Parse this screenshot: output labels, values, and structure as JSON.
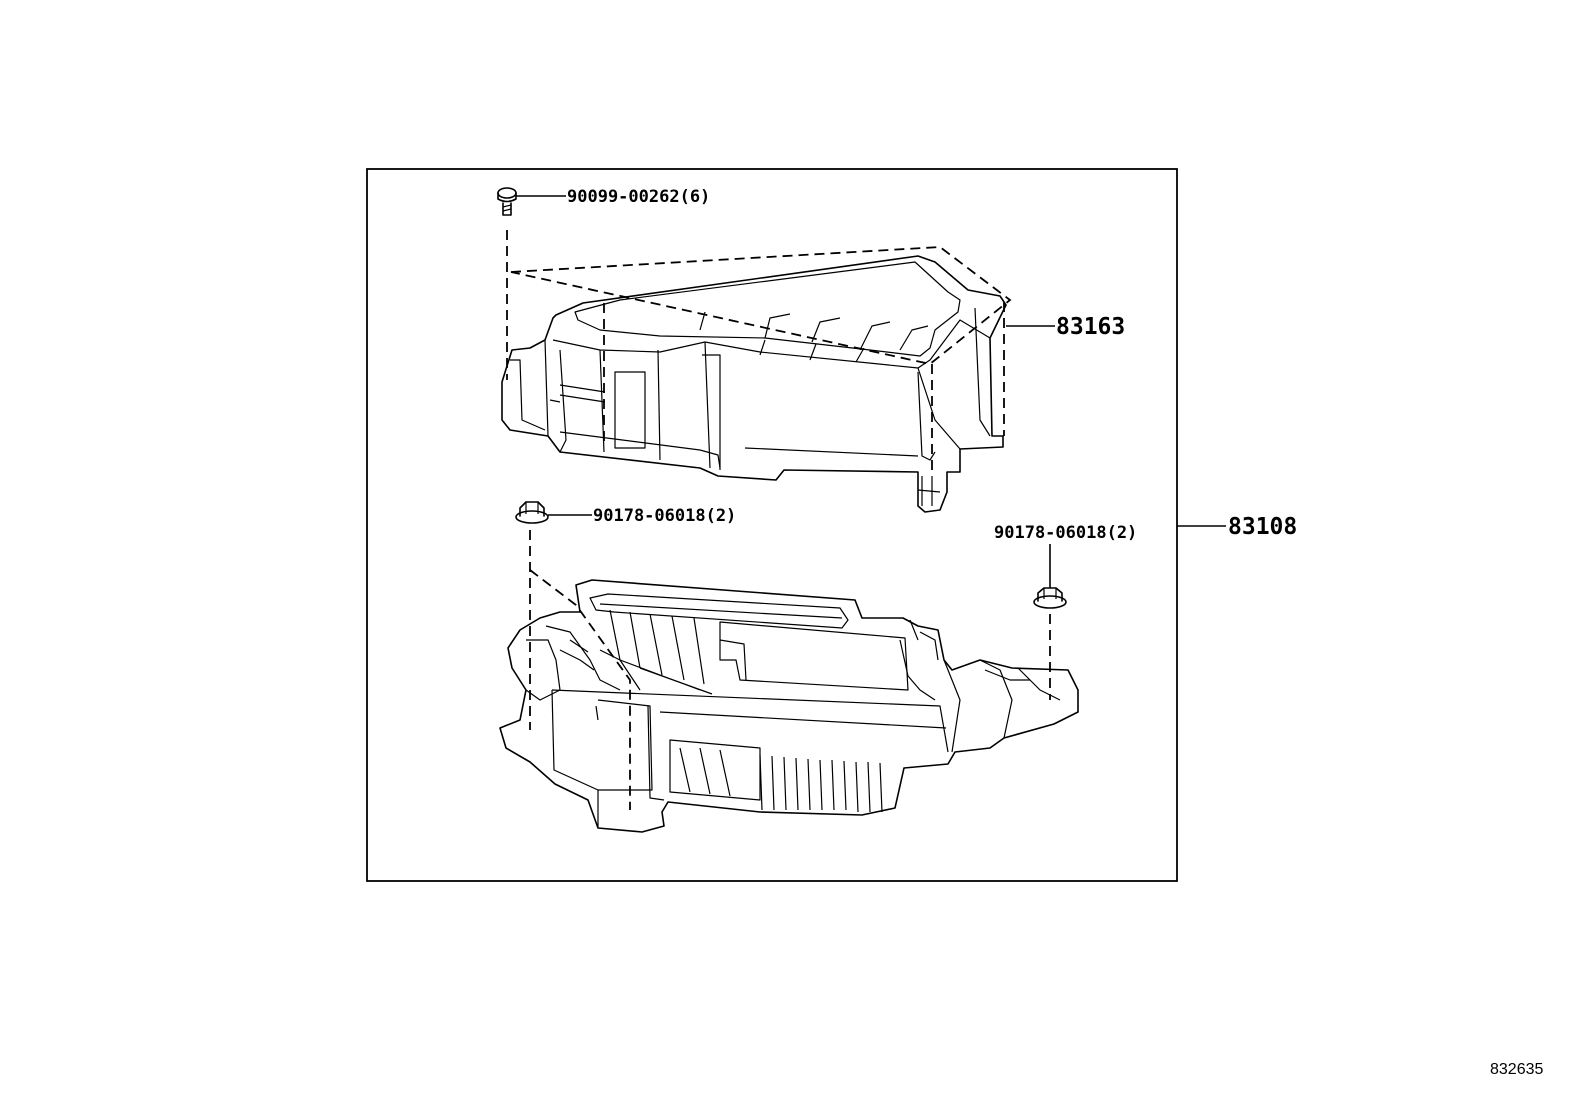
{
  "diagram": {
    "callouts": {
      "screw_top": "90099-00262(6)",
      "upper_case": "83163",
      "nut_left": "90178-06018(2)",
      "nut_right": "90178-06018(2)",
      "assembly": "83108"
    },
    "reference_code": "832635",
    "colors": {
      "line": "#000000",
      "background": "#ffffff"
    }
  }
}
